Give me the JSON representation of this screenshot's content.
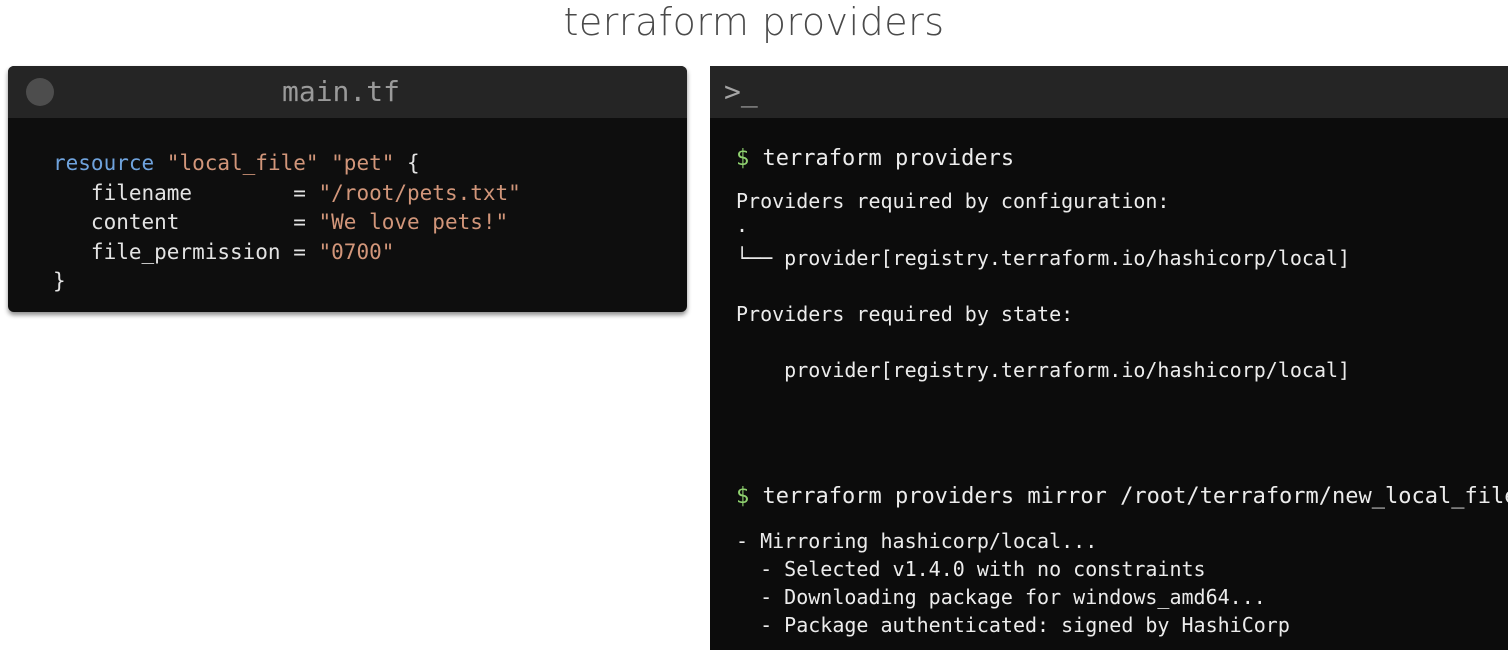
{
  "page": {
    "title": "terraform providers"
  },
  "editor": {
    "filename": "main.tf",
    "code": [
      [
        {
          "c": "kw",
          "t": "resource "
        },
        {
          "c": "str",
          "t": "\"local_file\" \"pet\" "
        },
        {
          "c": "txt",
          "t": "{"
        }
      ],
      [
        {
          "c": "txt",
          "t": "   filename        = "
        },
        {
          "c": "str",
          "t": "\"/root/pets.txt\""
        }
      ],
      [
        {
          "c": "txt",
          "t": "   content         = "
        },
        {
          "c": "str",
          "t": "\"We love pets!\""
        }
      ],
      [
        {
          "c": "txt",
          "t": "   file_permission = "
        },
        {
          "c": "str",
          "t": "\"0700\""
        }
      ],
      [
        {
          "c": "txt",
          "t": "}"
        }
      ]
    ]
  },
  "terminal": {
    "prompt_icon": ">_",
    "prompt_symbol": "$",
    "cmd1": "terraform providers",
    "out1": "Providers required by configuration:",
    "tree_root": ".",
    "tree_branch": "└── provider[registry.terraform.io/hashicorp/local]",
    "out2": "Providers required by state:",
    "out3": "    provider[registry.terraform.io/hashicorp/local]",
    "cmd2": "terraform providers mirror /root/terraform/new_local_file",
    "mirror_lines": [
      "- Mirroring hashicorp/local...",
      "  - Selected v1.4.0 with no constraints",
      "  - Downloading package for windows_amd64...",
      "  - Package authenticated: signed by HashiCorp"
    ]
  }
}
